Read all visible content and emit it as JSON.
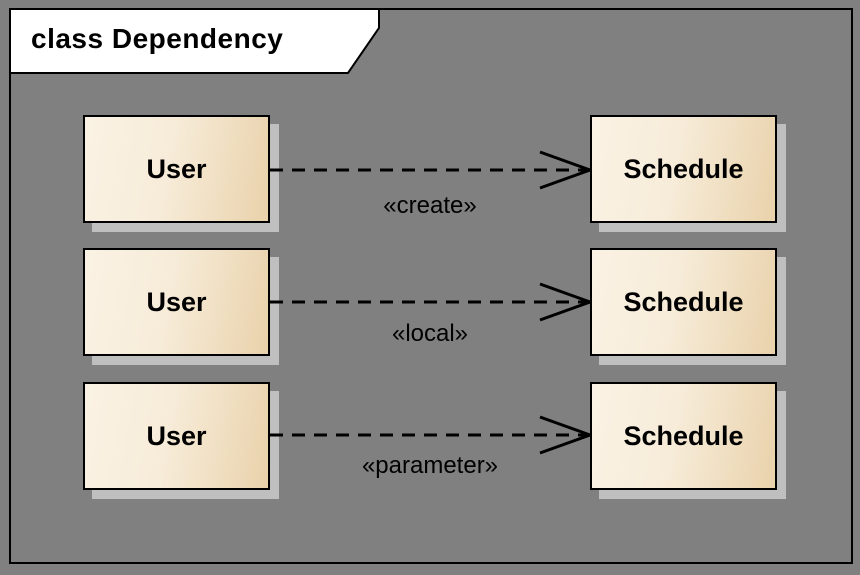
{
  "frame": {
    "title": "class Dependency"
  },
  "rows": [
    {
      "source": "User",
      "target": "Schedule",
      "stereotype": "«create»"
    },
    {
      "source": "User",
      "target": "Schedule",
      "stereotype": "«local»"
    },
    {
      "source": "User",
      "target": "Schedule",
      "stereotype": "«parameter»"
    }
  ],
  "colors": {
    "background": "#808080",
    "frame_border": "#000000",
    "tab_fill": "#ffffff",
    "box_gradient_start": "#faf2e4",
    "box_gradient_end": "#e9d2ab",
    "box_border": "#000000",
    "box_shadow": "#bfbfbf",
    "line": "#000000",
    "text": "#000000"
  }
}
